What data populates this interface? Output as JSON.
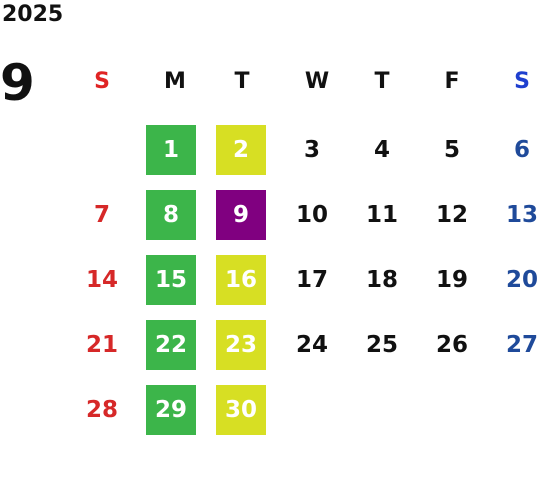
{
  "year": "2025",
  "month": "9",
  "weekdays": [
    "S",
    "M",
    "T",
    "W",
    "T",
    "F",
    "S"
  ],
  "weeks": [
    [
      "",
      "1",
      "2",
      "3",
      "4",
      "5",
      "6"
    ],
    [
      "7",
      "8",
      "9",
      "10",
      "11",
      "12",
      "13"
    ],
    [
      "14",
      "15",
      "16",
      "17",
      "18",
      "19",
      "20"
    ],
    [
      "21",
      "22",
      "23",
      "24",
      "25",
      "26",
      "27"
    ],
    [
      "28",
      "29",
      "30",
      "",
      "",
      "",
      ""
    ]
  ],
  "colors": {
    "sunday": "#d62828",
    "saturday": "#1f4a9a",
    "green": "#3cb54a",
    "yellow": "#d7df23",
    "purple": "#800080"
  }
}
